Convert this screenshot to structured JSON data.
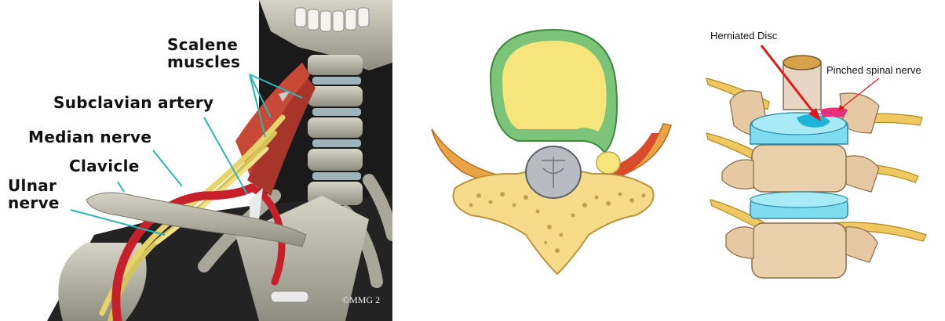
{
  "panel1": {
    "labels": {
      "scalene": "Scalene\nmuscles",
      "subclavian": "Subclavian artery",
      "median": "Median nerve",
      "clavicle": "Clavicle",
      "ulnar": "Ulnar\nnerve"
    },
    "copyright": "©MMG 2"
  },
  "panel3": {
    "labels": {
      "herniated": "Herniated Disc",
      "pinched": "Pinched spinal nerve"
    }
  },
  "colors": {
    "bone": "#b9b7a8",
    "muscle": "#c84a36",
    "artery": "#c8202a",
    "nerve": "#e6d36a",
    "disc_ring": "#7cc47a",
    "disc_core": "#f5e57a",
    "cyan_disc": "#7fdcef",
    "arrow": "#e01818",
    "leader": "#2ab5b5"
  }
}
